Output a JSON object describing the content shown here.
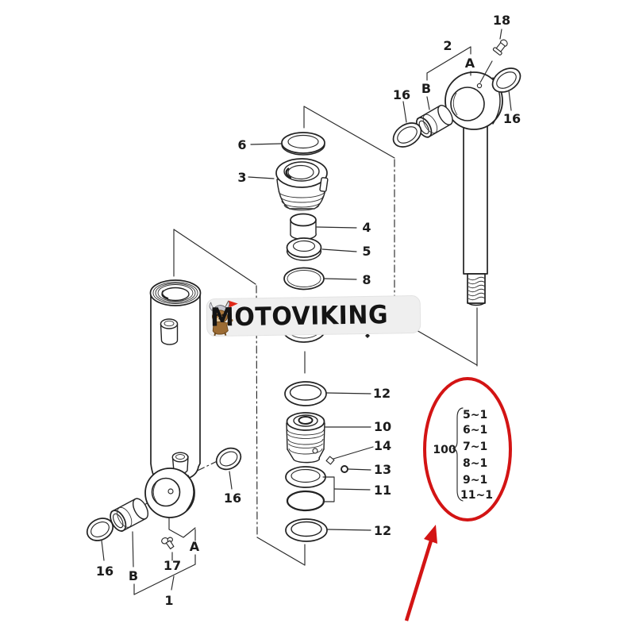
{
  "colors": {
    "background": "#ffffff",
    "line_art": "#222222",
    "highlight_red": "#d31414",
    "watermark_bg": "#efefef",
    "watermark_text": "#141414"
  },
  "watermark": {
    "brand": "MOTOVIKING"
  },
  "callout": {
    "assembly_number": "100",
    "items": [
      "5~1",
      "6~1",
      "7~1",
      "8~1",
      "9~1",
      "11~1"
    ]
  },
  "part_labels": [
    "6",
    "3",
    "4",
    "5",
    "8",
    "12",
    "10",
    "14",
    "13",
    "11",
    "12",
    "16",
    "B",
    "2",
    "A",
    "18",
    "16",
    "16",
    "B",
    "17",
    "A",
    "1",
    "16"
  ]
}
